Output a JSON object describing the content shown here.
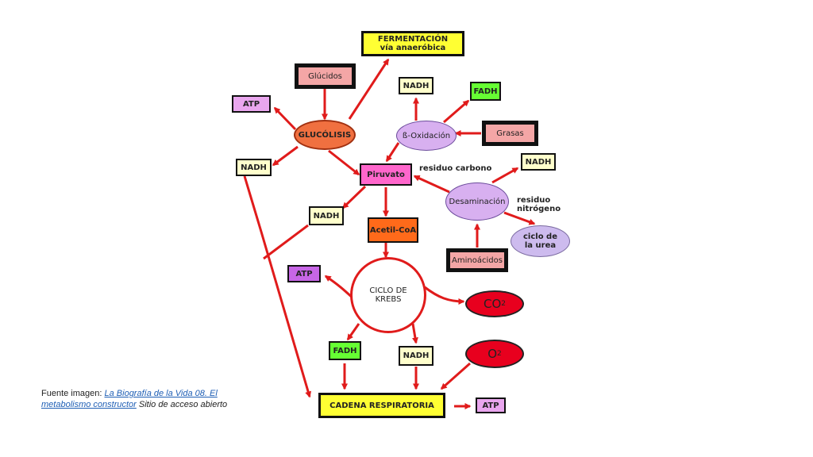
{
  "nodes": {
    "fermentacion_l1": "FERMENTACIÓN",
    "fermentacion_l2": "vía anaeróbica",
    "glucidos": "Glúcidos",
    "atp_left": "ATP",
    "glucolisis": "GLUCÓLISIS",
    "nadh_left": "NADH",
    "nadh_top": "NADH",
    "fadh_top": "FADH",
    "beta_oxidacion": "ß-Oxidación",
    "grasas": "Grasas",
    "piruvato": "Piruvato",
    "residuo_carbono": "residuo carbono",
    "nadh_right": "NADH",
    "desaminacion": "Desaminación",
    "residuo_nitrogeno_l1": "residuo",
    "residuo_nitrogeno_l2": "nitrógeno",
    "ciclo_urea_l1": "ciclo de",
    "ciclo_urea_l2": "la urea",
    "nadh_mid": "NADH",
    "acetil_coa": "Acetil-CoA",
    "aminoacidos": "Aminoácidos",
    "atp_krebs": "ATP",
    "krebs_l1": "CICLO DE",
    "krebs_l2": "KREBS",
    "co2_main": "CO",
    "co2_sub": "2",
    "fadh_bottom": "FADH",
    "nadh_bottom": "NADH",
    "o2_main": "O",
    "o2_sub": "2",
    "cadena": "CADENA RESPIRATORIA",
    "atp_final": "ATP"
  },
  "caption": {
    "prefix": "Fuente imagen: ",
    "link": "La Biografía de la Vida 08. El metabolismo constructor",
    "suffix": " Sitio de acceso abierto"
  },
  "colors": {
    "arrow": "#e01b1b",
    "yellow": "#ffff33",
    "pink_light": "#f4a6a6",
    "violet_box": "#e9a6ee",
    "cream": "#ffffcc",
    "green": "#66ff33",
    "orange_ellipse": "#f07040",
    "lavender": "#d8b0f0",
    "magenta": "#ff66cc",
    "orange_box": "#ff6a1a",
    "purple_box": "#c766e6",
    "red": "#e8001e",
    "lilac": "#cdbbee"
  }
}
